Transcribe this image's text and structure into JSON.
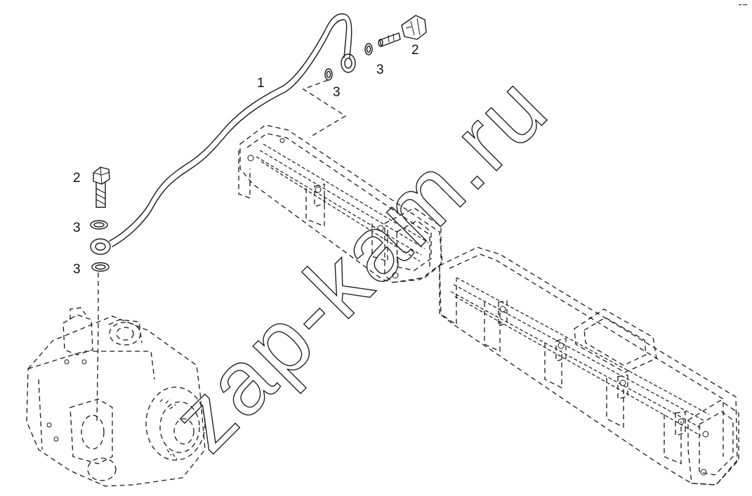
{
  "watermark": "zap-kam.ru",
  "corner_code": "•• •••",
  "callouts": {
    "pipe": "1",
    "bolt_right": "2",
    "bolt_left": "2",
    "washer_right_outer": "3",
    "washer_right_inner": "3",
    "washer_left_upper": "3",
    "washer_left_lower": "3"
  }
}
